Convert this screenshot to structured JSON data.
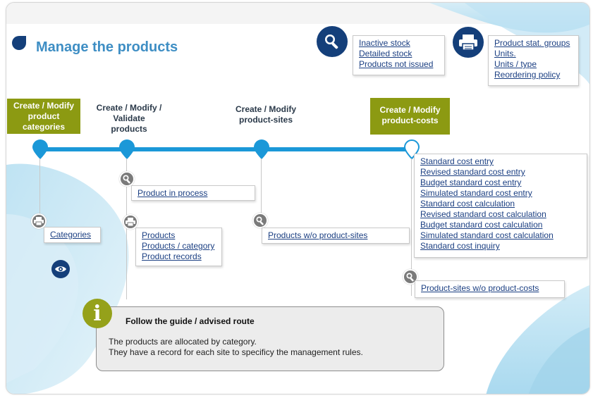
{
  "header": {
    "title": "Manage the products"
  },
  "top_links_inquiry": {
    "icon": "magnifier-icon",
    "items": [
      "Inactive stock",
      "Detailed stock",
      "Products not issued"
    ]
  },
  "top_links_print": {
    "icon": "printer-icon",
    "items": [
      "Product stat. groups",
      "Units.",
      "Units / type",
      "Reordering policy"
    ]
  },
  "steps": [
    {
      "label": "Create / Modify\nproduct\ncategories",
      "highlight": true
    },
    {
      "label": "Create / Modify /\nValidate\nproducts",
      "highlight": false
    },
    {
      "label": "Create / Modify\nproduct-sites",
      "highlight": false
    },
    {
      "label": "Create / Modify\nproduct-costs",
      "highlight": true
    }
  ],
  "step1": {
    "print_links": [
      "Categories"
    ],
    "eye_icon": "eye-icon"
  },
  "step2": {
    "inquiry_links": [
      "Product in process"
    ],
    "print_links": [
      "Products",
      "Products / category",
      "Product records"
    ]
  },
  "step3": {
    "inquiry_links": [
      "Products w/o product-sites"
    ]
  },
  "step4": {
    "cost_links": [
      "Standard cost entry",
      "Revised standard cost entry",
      "Budget standard cost entry",
      "Simulated standard cost entry",
      "Standard cost calculation",
      "Revised standard cost calculation",
      "Budget standard cost calculation",
      "Simulated standard cost calculation",
      "Standard cost inquiry"
    ],
    "inquiry_links": [
      "Product-sites w/o product-costs"
    ]
  },
  "guide": {
    "icon_letter": "i",
    "title": "Follow the guide / advised route",
    "lines": [
      "The products are allocated by category.",
      "They have a record for each site to specificy the management rules."
    ]
  },
  "colors": {
    "title_blue": "#3e8ec4",
    "timeline_blue": "#1b98d8",
    "dark_navy": "#143f7a",
    "olive": "#8c9a12",
    "link": "#1b3f82"
  }
}
